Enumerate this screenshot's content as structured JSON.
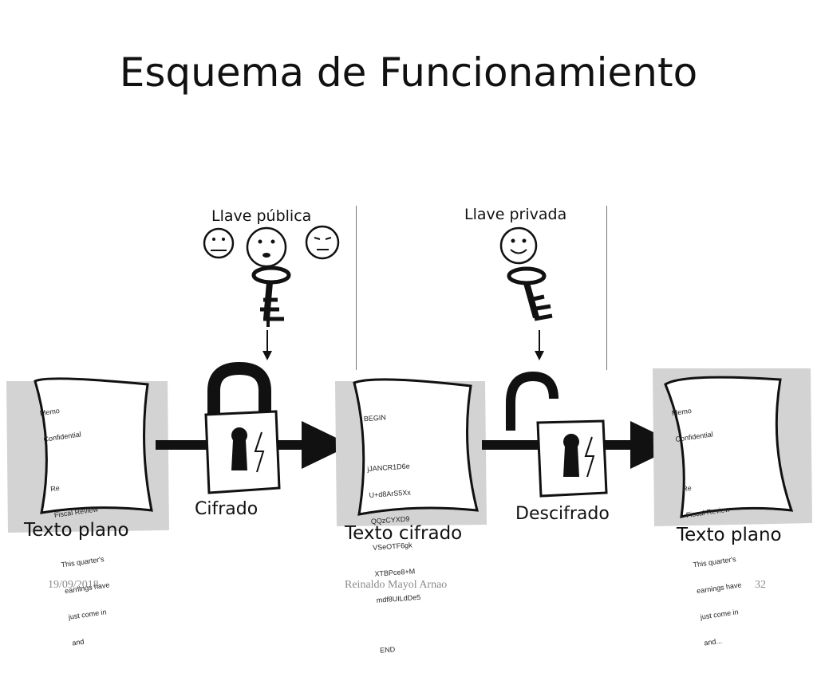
{
  "slide": {
    "title": "Esquema de Funcionamiento"
  },
  "diagram": {
    "public_key_label": "Llave pública",
    "private_key_label": "Llave privada",
    "encrypt_label": "Cifrado",
    "decrypt_label": "Descifrado",
    "plain_text_left_label": "Texto plano",
    "cipher_text_label": "Texto cifrado",
    "plain_text_right_label": "Texto plano",
    "doc_plain_left": {
      "line1": "Memo",
      "line2": "Confidential",
      "line3": "Re",
      "line4": "Fiscal Review",
      "line5": "This quarter's",
      "line6": "earnings have",
      "line7": "just come in",
      "line8": "and"
    },
    "doc_cipher": {
      "line1": "BEGIN",
      "line2": "jJANCR1D6e",
      "line3": "U+d8ArS5Xx",
      "line4": "QQzCYXD9",
      "line5": "VSeOTF6gk",
      "line6": "XTBPce8+M",
      "line7": "mdf8UILdDe5",
      "line8": "END"
    },
    "doc_plain_right": {
      "line1": "Memo",
      "line2": "Confidential",
      "line3": "Re",
      "line4": "Fiscal Review",
      "line5": "This quarter's",
      "line6": "earnings have",
      "line7": "just come in",
      "line8": "and..."
    }
  },
  "footer": {
    "date": "19/09/2018",
    "author": "Reinaldo Mayol Arnao",
    "page_number": "32"
  }
}
